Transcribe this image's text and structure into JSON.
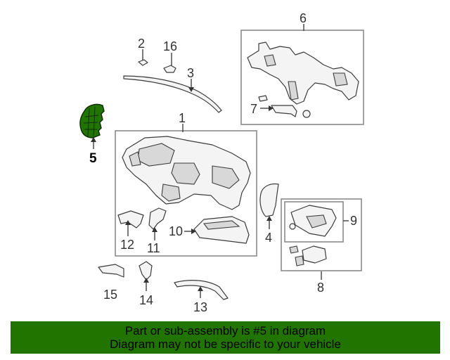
{
  "diagram": {
    "callouts": {
      "c1": "1",
      "c2": "2",
      "c3": "3",
      "c4": "4",
      "c5": "5",
      "c6": "6",
      "c7": "7",
      "c8": "8",
      "c9": "9",
      "c10": "10",
      "c11": "11",
      "c12": "12",
      "c13": "13",
      "c14": "14",
      "c15": "15",
      "c16": "16"
    },
    "highlight_color": "#217400"
  },
  "banner": {
    "line1": "Part or sub-assembly is #5 in diagram",
    "line2": "Diagram may not be specific to your vehicle",
    "background": "#217400"
  }
}
